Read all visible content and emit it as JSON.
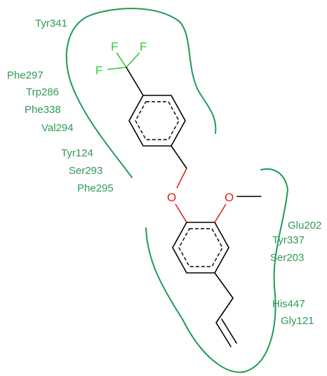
{
  "residues_upper_pocket": [
    "Tyr341",
    "Phe297",
    "Trp286",
    "Phe338",
    "Val294",
    "Tyr124",
    "Ser293",
    "Phe295"
  ],
  "residues_lower_pocket": [
    "Glu202",
    "Tyr337",
    "Ser203",
    "His447",
    "Gly121"
  ],
  "atoms": {
    "fluorine_1": "F",
    "fluorine_2": "F",
    "fluorine_3": "F",
    "oxygen_ether": "O",
    "oxygen_methoxy": "O"
  },
  "colors": {
    "residue_label": "#2e9a55",
    "pocket_outline": "#1f9a55",
    "fluorine": "#33cc33",
    "oxygen": "#e02020",
    "bond": "#000000"
  }
}
